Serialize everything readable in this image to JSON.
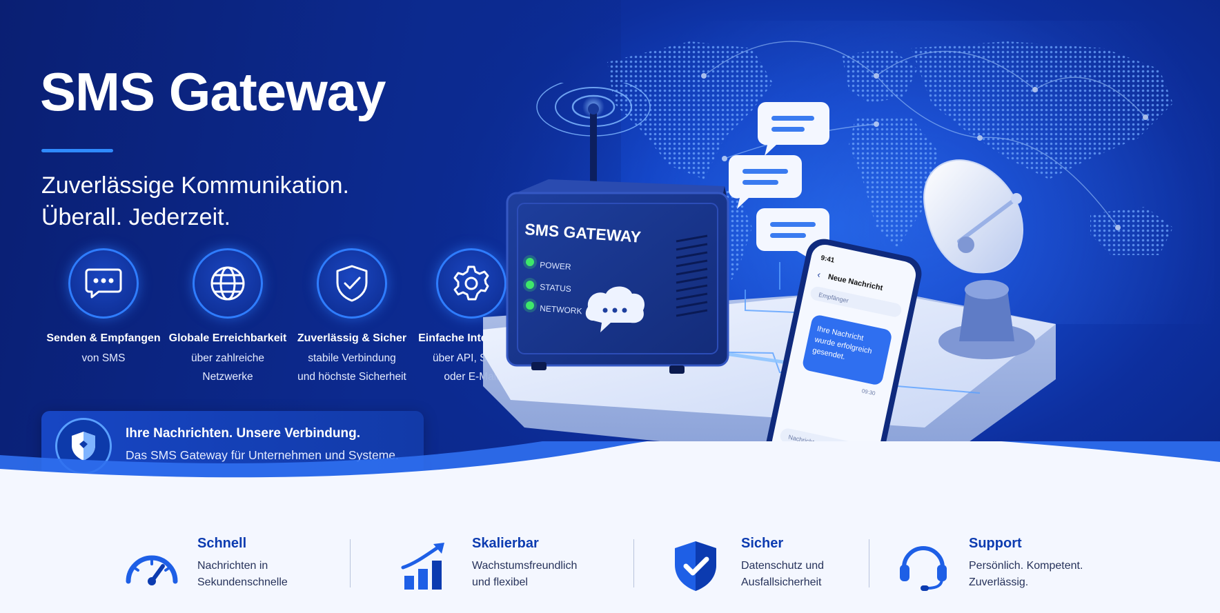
{
  "hero": {
    "title": "SMS Gateway",
    "tagline_line1": "Zuverlässige Kommunikation.",
    "tagline_line2": "Überall. Jederzeit."
  },
  "features": [
    {
      "icon": "chat-bubble-icon",
      "title": "Senden & Empfangen",
      "desc_line1": "von SMS",
      "desc_line2": ""
    },
    {
      "icon": "globe-icon",
      "title": "Globale Erreichbarkeit",
      "desc_line1": "über zahlreiche",
      "desc_line2": "Netzwerke"
    },
    {
      "icon": "shield-check-icon",
      "title": "Zuverlässig & Sicher",
      "desc_line1": "stabile Verbindung",
      "desc_line2": "und höchste Sicherheit"
    },
    {
      "icon": "gear-icon",
      "title": "Einfache Integration",
      "desc_line1": "über API, SMPP",
      "desc_line2": "oder E-Mail"
    }
  ],
  "message_box": {
    "title": "Ihre Nachrichten. Unsere Verbindung.",
    "subtitle": "Das SMS Gateway für Unternehmen und Systeme."
  },
  "device": {
    "label": "SMS GATEWAY",
    "leds": [
      "POWER",
      "STATUS",
      "NETWORK"
    ]
  },
  "phone": {
    "time": "9:41",
    "header": "Neue Nachricht",
    "recipient_placeholder": "Empfänger",
    "bubble_text": "Ihre Nachricht wurde erfolgreich gesendet.",
    "bubble_time": "09:30",
    "input_placeholder": "Nachricht"
  },
  "bottom": [
    {
      "icon": "speedometer-icon",
      "title": "Schnell",
      "desc_line1": "Nachrichten in",
      "desc_line2": "Sekundenschnelle"
    },
    {
      "icon": "growth-chart-icon",
      "title": "Skalierbar",
      "desc_line1": "Wachstumsfreundlich",
      "desc_line2": "und flexibel"
    },
    {
      "icon": "shield-check-icon",
      "title": "Sicher",
      "desc_line1": "Datenschutz und",
      "desc_line2": "Ausfallsicherheit"
    },
    {
      "icon": "headset-icon",
      "title": "Support",
      "desc_line1": "Persönlich. Kompetent.",
      "desc_line2": "Zuverlässig."
    }
  ],
  "colors": {
    "primary": "#0c3bb0",
    "accent": "#2f8bff",
    "background_dark": "#0a2380",
    "led_green": "#3ee86a"
  }
}
